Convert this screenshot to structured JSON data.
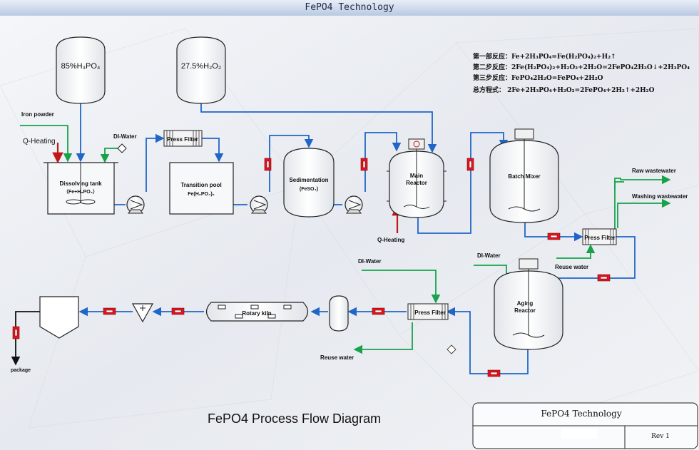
{
  "window": {
    "title": "FePO4 Technology"
  },
  "colors": {
    "blue_pipe": "#1f66c8",
    "green_pipe": "#16a34a",
    "red_heat": "#c21818",
    "valve_red": "#e0141e"
  },
  "tanks": {
    "h3po4": "85%H₃PO₄",
    "h2o2": "27.5%H₂O₂"
  },
  "equations": [
    "第一部反应：Fe+2H₃PO₄=Fe(H₂PO₄)₂+H₂↑",
    "第二步反应：2Fe(H₂PO₄)₂+H₂O₂+2H₂O=2FePO₄2H₂O↓+2H₃PO₄",
    "第三步反应：FePO₄2H₂O=FePO₄+2H₂O",
    "总方程式：  2Fe+2H₃PO₄+H₂O₂=2FePO₄+2H₂↑+2H₂O"
  ],
  "labels": {
    "iron_powder": "Iron powder",
    "q_heating_top": "Q-Heating",
    "di_water_top": "DI-Water",
    "dissolving_tank": "Dissolving tank",
    "dissolving_tank_sub": "（Fe+H₃PO₄）",
    "press_filter_1": "Press Filter",
    "transition_pool": "Transition pool",
    "transition_pool_sub": "Fe(H₂PO₄)₂",
    "sedimentation": "Sedimentation",
    "sedimentation_sub": "(FeSO₄)",
    "main_reactor_1": "Main",
    "main_reactor_2": "Reactor",
    "q_heating_bottom": "Q-Heating",
    "batch_mixer": "Batch Mixer",
    "raw_wastewater": "Raw wastewater",
    "washing_wastewater": "Washing wastewater",
    "press_filter_2": "Press Filter",
    "reuse_water_right": "Reuse water",
    "di_water_aging": "DI-Water",
    "aging_reactor_1": "Aging",
    "aging_reactor_2": "Reactor",
    "di_water_mid": "DI-Water",
    "press_filter_3": "Press Filter",
    "reuse_water_left": "Reuse water",
    "rotary_kiln": "Rotary kiln",
    "package": "package",
    "diagram_title": "FePO4 Process Flow Diagram"
  },
  "title_block": {
    "name": "FePO4 Technology",
    "rev": "Rev 1"
  }
}
